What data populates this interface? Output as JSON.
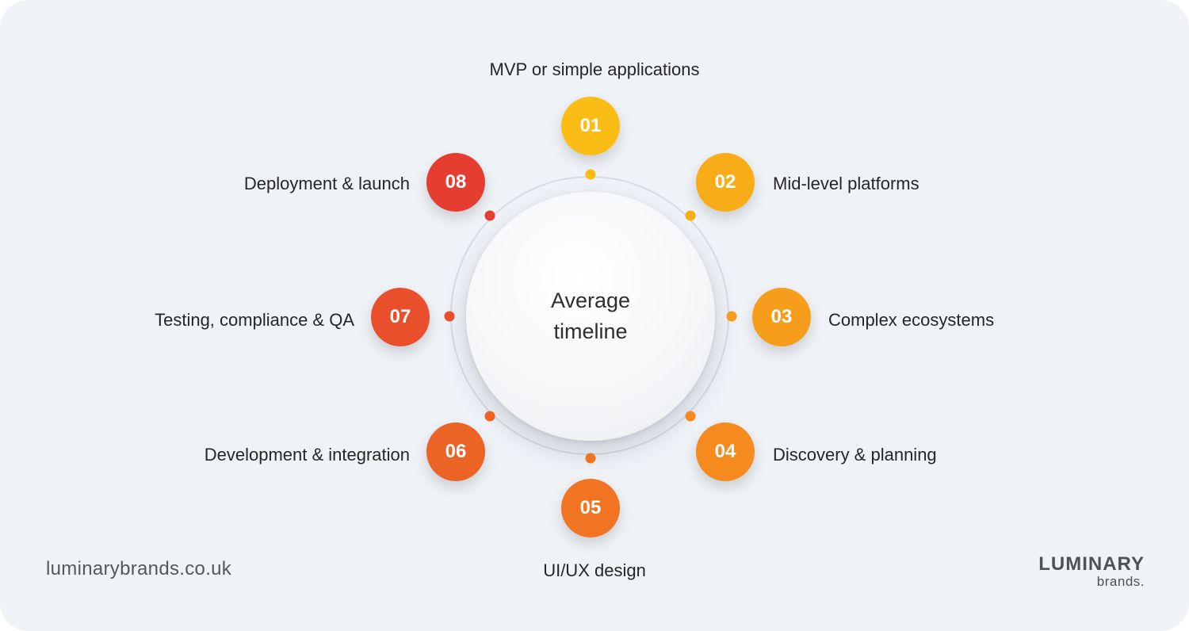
{
  "center": {
    "title": "Average timeline"
  },
  "steps": [
    {
      "number": "01",
      "label": "MVP or simple applications",
      "color": "#f9bd16"
    },
    {
      "number": "02",
      "label": "Mid-level platforms",
      "color": "#f7ac18"
    },
    {
      "number": "03",
      "label": "Complex ecosystems",
      "color": "#f69d1c"
    },
    {
      "number": "04",
      "label": "Discovery & planning",
      "color": "#f58a1e"
    },
    {
      "number": "05",
      "label": "UI/UX design",
      "color": "#f17422"
    },
    {
      "number": "06",
      "label": "Development & integration",
      "color": "#ec6326"
    },
    {
      "number": "07",
      "label": "Testing, compliance & QA",
      "color": "#e94f2b"
    },
    {
      "number": "08",
      "label": "Deployment & launch",
      "color": "#e53e30"
    }
  ],
  "footer": {
    "website": "luminarybrands.co.uk",
    "logo_main": "LUMINARY",
    "logo_sub": "brands."
  },
  "colors": {
    "background": "#eff2f7",
    "ring": "#d6dae2",
    "text": "#262626"
  }
}
